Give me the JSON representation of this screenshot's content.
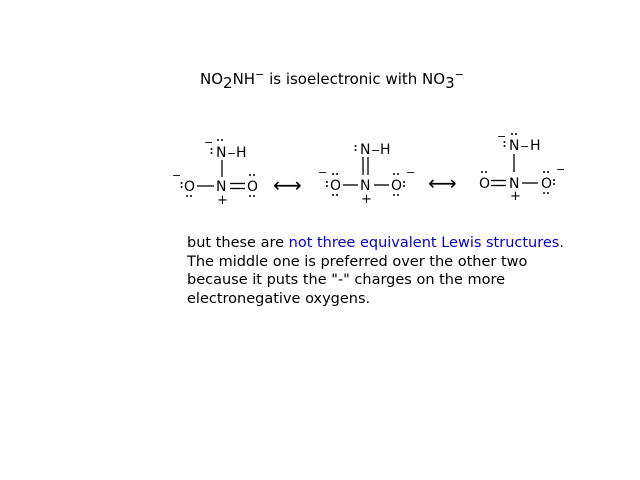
{
  "title": {
    "formula_main": "NO",
    "formula_sub": "2",
    "formula_tail": "NH",
    "formula_sup": "−",
    "middle": " is isoelectronic with ",
    "ref_main": "NO",
    "ref_sub": "3",
    "ref_sup": "−"
  },
  "structures": {
    "atoms": {
      "n": "N",
      "o": "O",
      "h": "H"
    },
    "bond_nh": "−",
    "plus": "+",
    "minus": "−",
    "arrow": "⟷"
  },
  "caption": {
    "intro": "but these are ",
    "highlight": "not three equivalent Lewis structures",
    "rest": ".  The middle one is preferred over the other two because it puts the \"-\" charges on the more electronegative oxygens."
  },
  "colors": {
    "highlight": "#0000cc",
    "text": "#000000",
    "background": "#ffffff"
  }
}
